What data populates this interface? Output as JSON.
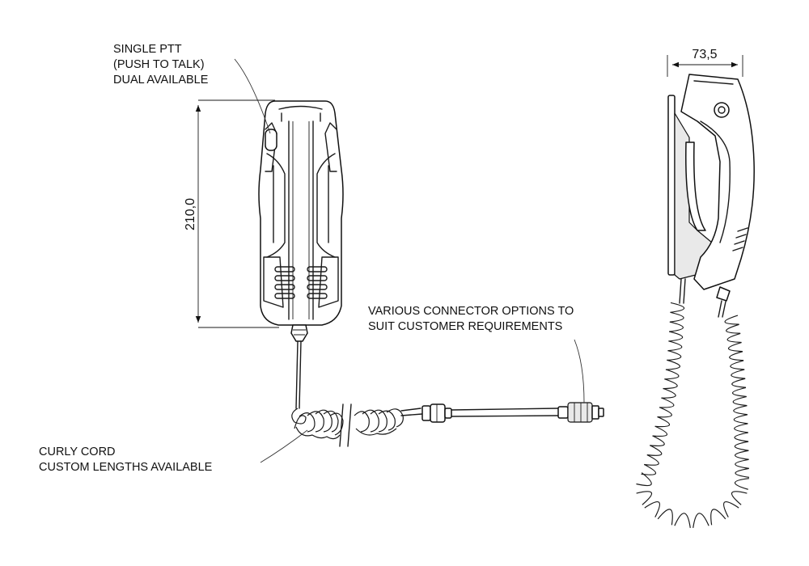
{
  "annotations": {
    "ptt": [
      "SINGLE PTT",
      "(PUSH TO TALK)",
      "DUAL AVAILABLE"
    ],
    "connector": [
      "VARIOUS CONNECTOR OPTIONS TO",
      "SUIT CUSTOMER REQUIREMENTS"
    ],
    "cord": [
      "CURLY CORD",
      "CUSTOM LENGTHS AVAILABLE"
    ]
  },
  "dimensions": {
    "height": "210,0",
    "width": "73,5"
  }
}
